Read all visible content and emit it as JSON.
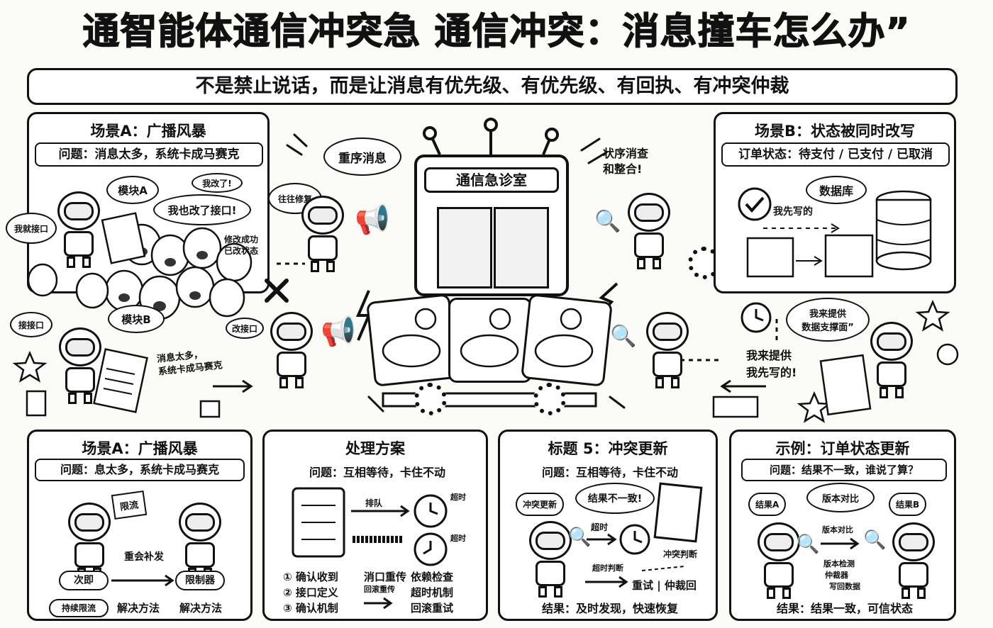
{
  "header": {
    "title": "通智能体通信冲突急  通信冲突：消息撞车怎么办”",
    "subtitle": "不是禁止说话，而是让消息有优先级、有优先级、有回执、有冲突仲裁"
  },
  "scene_a": {
    "title": "场景A：广播风暴",
    "problem": "问题：消息太多，系统卡成马赛克",
    "bubble_module_a": "模块A",
    "bubble_changed": "我也改了接口!",
    "bubble_module_b": "模块B",
    "bubble_small1": "我改了!",
    "bubble_small2": "我就接口",
    "bubble_small3": "接接口",
    "bubble_small4": "改接口",
    "note_right": "修改成功\n已改状态",
    "callout": "消息太多，\n系统卡成马赛克"
  },
  "center": {
    "room_label": "通信急诊室",
    "reorder_bubble": "重序消息",
    "shout_bubble": "往往修复",
    "right_text": "状序消查\n和整合!"
  },
  "scene_b": {
    "title": "场景B：状态被同时改写",
    "states": "订单状态：待支付 / 已支付 / 已取消",
    "db_bubble": "数据库",
    "i_wrote_first": "我先写的",
    "provide_bubble": "我来提供\n数据支撑面”",
    "provide_text": "我来提供\n我先写的!"
  },
  "bottom1": {
    "title": "场景A：广播风暴",
    "problem": "问题：息太多，系统卡成马赛克",
    "sign": "限流",
    "overload": "重会补发",
    "node_left": "次即",
    "node_right": "限制器",
    "foot_left": "持续限流",
    "foot_mid": "解决方法",
    "foot_right": "解决方法"
  },
  "bottom2": {
    "title": "处理方案",
    "problem": "问题：互相等待，卡住不动",
    "arrow1": "排队",
    "timer_label": "超时",
    "timer_label2": "超时",
    "list": [
      "① 确认收到",
      "② 接口定义",
      "③ 确认机制"
    ],
    "mid": [
      "消口重传",
      "回滚重传"
    ],
    "right": [
      "依赖检查",
      "超时机制",
      "回滚重试"
    ]
  },
  "bottom3": {
    "title": "标题 5：冲突更新",
    "problem": "问题：互相等待，卡住不动",
    "burst": "冲突更新",
    "bubble": "结果不一致!",
    "timer_label": "超时",
    "side_label": "冲突判断",
    "flow_label": "超时判断",
    "retry": "重试 | 仲裁回",
    "result": "结果：及时发现，快速恢复"
  },
  "bottom4": {
    "title": "示例：订单状态更新",
    "problem": "问题：结果不一致，谁说了算？",
    "burst_a": "结果A",
    "bubble": "版本对比",
    "burst_b": "结果B",
    "compare": "版本对比",
    "flow1": "版本检测",
    "flow2": "仲裁器",
    "flow3": "写回数据",
    "result": "结果：结果一致，可信状态"
  }
}
